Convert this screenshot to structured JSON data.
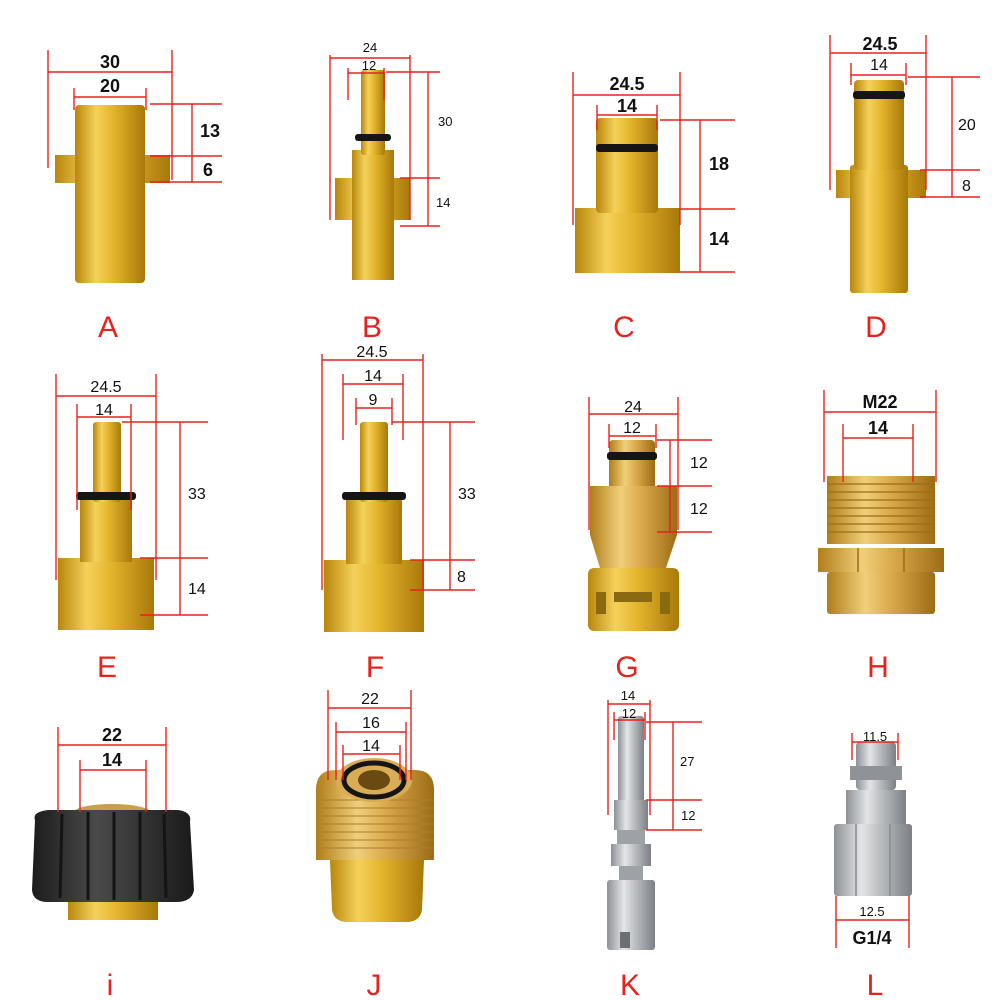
{
  "colors": {
    "red_line": "#e8211d",
    "brass": "#e3b52c",
    "brass_dark": "#b8860b",
    "steel": "#b9bcbf",
    "rubber": "#2d2d2d",
    "oring": "#151515"
  },
  "items": [
    {
      "letter": "A",
      "dims": [
        "30",
        "20",
        "13",
        "6"
      ]
    },
    {
      "letter": "B",
      "dims": [
        "24",
        "12",
        "30",
        "14"
      ]
    },
    {
      "letter": "C",
      "dims": [
        "24.5",
        "14",
        "18",
        "14"
      ]
    },
    {
      "letter": "D",
      "dims": [
        "24.5",
        "14",
        "20",
        "8"
      ]
    },
    {
      "letter": "E",
      "dims": [
        "24.5",
        "14",
        "33",
        "14"
      ]
    },
    {
      "letter": "F",
      "dims": [
        "24.5",
        "14",
        "9",
        "33",
        "8"
      ]
    },
    {
      "letter": "G",
      "dims": [
        "24",
        "12",
        "12",
        "12"
      ]
    },
    {
      "letter": "H",
      "dims": [
        "M22",
        "14"
      ]
    },
    {
      "letter": "i",
      "dims": [
        "22",
        "14"
      ]
    },
    {
      "letter": "J",
      "dims": [
        "22",
        "16",
        "14"
      ]
    },
    {
      "letter": "K",
      "dims": [
        "14",
        "12",
        "27",
        "12"
      ]
    },
    {
      "letter": "L",
      "dims": [
        "11.5",
        "12.5",
        "G1/4"
      ]
    }
  ]
}
